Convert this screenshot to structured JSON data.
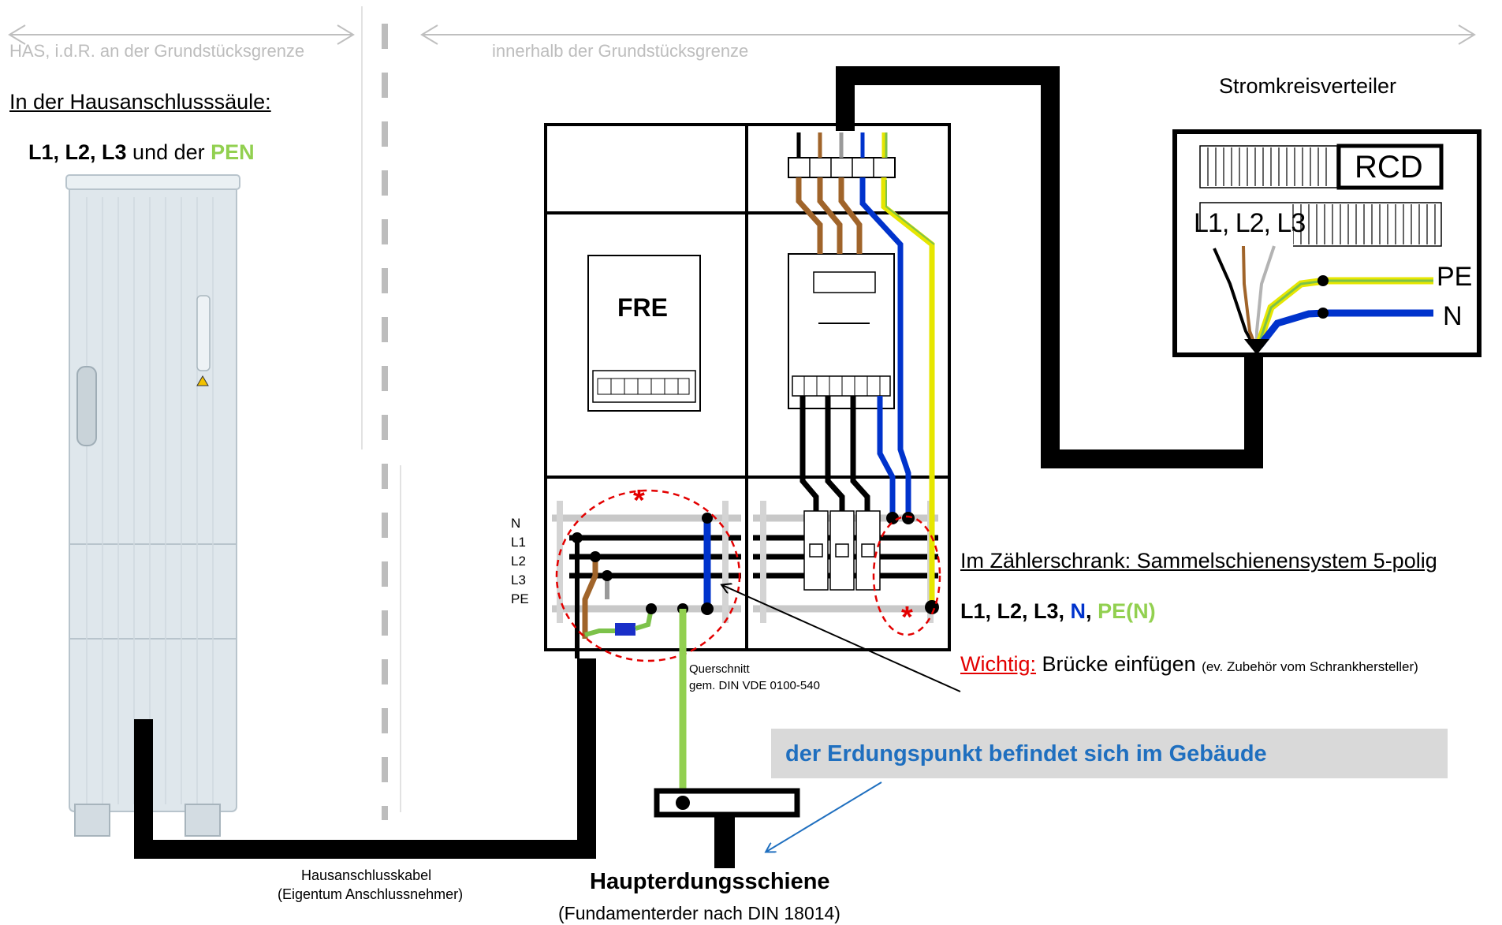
{
  "header": {
    "left_zone": "HAS, i.d.R. an der Grundstücksgrenze",
    "right_zone": "innerhalb der Grundstücksgrenze"
  },
  "column": {
    "title": "In der Hausanschlusssäule:",
    "conductors_black": "L1, L2, L3",
    "conductors_und": " und der ",
    "conductors_pen": "PEN"
  },
  "meter_cabinet": {
    "fre_label": "FRE",
    "bus_labels": [
      "N",
      "L1",
      "L2",
      "L3",
      "PE"
    ],
    "star": "*"
  },
  "distribution": {
    "title": "Stromkreisverteiler",
    "rcd": "RCD",
    "phases": "L1, L2, L3",
    "pe": "PE",
    "n": "N"
  },
  "notes": {
    "busbar_title": "Im Zählerschrank: Sammelschienensystem 5-polig",
    "busbar_black": "L1, L2, L3, ",
    "busbar_n": "N",
    "busbar_comma": ", ",
    "busbar_pe": "PE(N)",
    "important_red": "Wichtig:",
    "important_text": " Brücke einfügen ",
    "important_small": "(ev. Zubehör vom Schrankhersteller)",
    "grounding": "der Erdungspunkt befindet sich im Gebäude",
    "cross_section_1": "Querschnitt",
    "cross_section_2": "gem. DIN VDE 0100-540"
  },
  "footer": {
    "cable_1": "Hausanschlusskabel",
    "cable_2": "(Eigentum Anschlussnehmer)",
    "main_bar": "Haupterdungsschiene",
    "main_bar_sub": "(Fundamenterder nach DIN 18014)"
  },
  "colors": {
    "pen_green": "#92d050",
    "n_blue": "#0000ff",
    "important_red": "#ff0000",
    "ground_blue": "#1f6fbf",
    "l_brown": "#a0642a"
  }
}
